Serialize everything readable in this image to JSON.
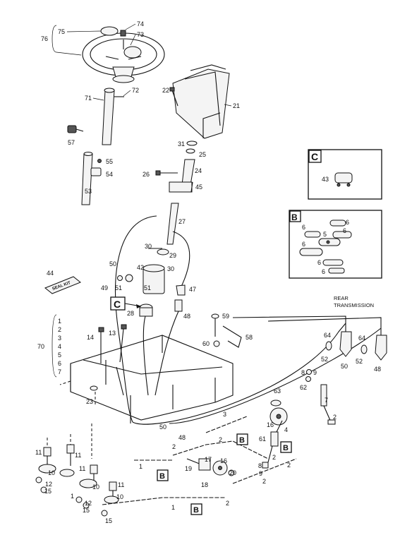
{
  "callouts": {
    "c75": "75",
    "c74": "74",
    "c73": "73",
    "c76": "76",
    "c71": "71",
    "c72": "72",
    "c22": "22",
    "c21": "21",
    "c57": "57",
    "c55": "55",
    "c54": "54",
    "c53": "53",
    "c31": "31",
    "c25": "25",
    "c26": "26",
    "c24": "24",
    "c45": "45",
    "c27": "27",
    "c43": "43",
    "c30a": "30",
    "c29": "29",
    "c50a": "50",
    "c42": "42",
    "c30b": "30",
    "c44": "44",
    "c49": "49",
    "c51a": "51",
    "c51b": "51",
    "c47": "47",
    "c28": "28",
    "c48a": "48",
    "c59": "59",
    "c58": "58",
    "c60": "60",
    "c14": "14",
    "c13": "13",
    "c64a": "64",
    "c64b": "64",
    "c52a": "52",
    "c52b": "52",
    "c50b": "50",
    "c48b": "48",
    "c8": "8",
    "c9a": "9",
    "c62": "62",
    "c7": "7",
    "c63": "63",
    "c23": "23",
    "c3": "3",
    "c16a": "16",
    "c4": "4",
    "c61": "61",
    "c2a": "2",
    "c2b": "2",
    "c2c": "2",
    "c2d": "2",
    "c2e": "2",
    "c2f": "2",
    "c50c": "50",
    "c48c": "48",
    "c11a": "11",
    "c11b": "11",
    "c11c": "11",
    "c11d": "11",
    "c10a": "10",
    "c10b": "10",
    "c10c": "10",
    "c12a": "12",
    "c12b": "12",
    "c15a": "15",
    "c15b": "15",
    "c15c": "15",
    "c1a": "1",
    "c1b": "1",
    "c1c": "1",
    "c19": "19",
    "c17": "17",
    "c16b": "16",
    "c18": "18",
    "c20": "20",
    "c9b": "9",
    "c8b": "8",
    "b6a": "6",
    "b6b": "6",
    "b6c": "6",
    "b6d": "6",
    "b6e": "6",
    "b6f": "6",
    "b5": "5"
  },
  "list70": {
    "label": "70",
    "items": [
      "1",
      "2",
      "3",
      "4",
      "5",
      "6",
      "7"
    ]
  },
  "seal_kit_label": "SEAL KIT",
  "detail_c_letter": "C",
  "detail_b_letter": "B",
  "ref_c_letter": "C",
  "ref_b_letter": "B",
  "rear_transmission": [
    "REAR",
    "TRANSMISSION"
  ]
}
